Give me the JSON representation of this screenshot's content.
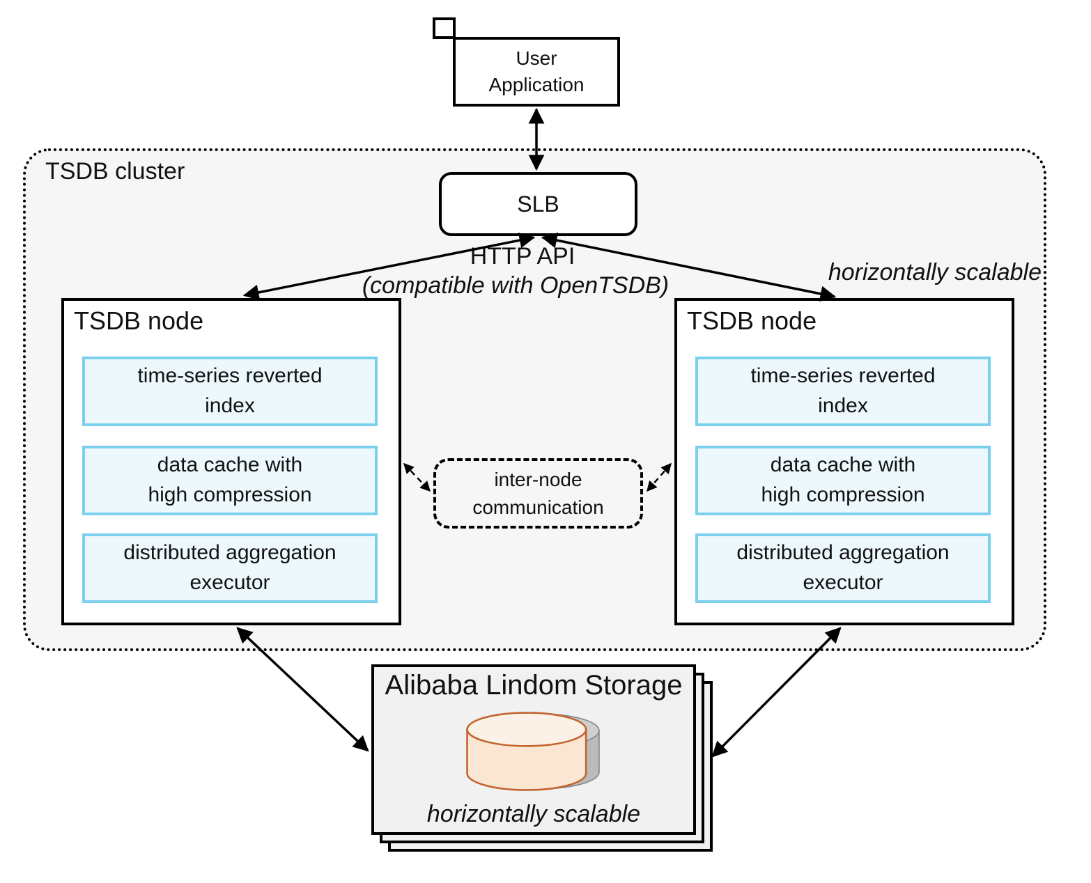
{
  "colors": {
    "cluster_bg": "#f6f6f6",
    "node_bg": "#ffffff",
    "component_border": "#7bd0ee",
    "component_bg": "#ecf8fc",
    "storage_bg": "#f1f1f1",
    "cylinder_fill": "#fae6d3",
    "cylinder_top_fill": "#fcf1e6",
    "cylinder_stroke": "#c2632d",
    "cylinder_shadow_fill": "#bbbbbb",
    "line_color": "#000000"
  },
  "user_application": {
    "line1": "User",
    "line2": "Application"
  },
  "cluster": {
    "label": "TSDB cluster"
  },
  "slb": {
    "label": "SLB"
  },
  "http_api": {
    "label": "HTTP API",
    "note": "(compatible with OpenTSDB)"
  },
  "scalable_note_top": "horizontally scalable",
  "inter_node": {
    "line1": "inter-node",
    "line2": "communication"
  },
  "tsdb_nodes": [
    {
      "label": "TSDB node",
      "components": [
        {
          "line1": "time-series reverted",
          "line2": "index"
        },
        {
          "line1": "data cache with",
          "line2": "high compression"
        },
        {
          "line1": "distributed aggregation",
          "line2": "executor"
        }
      ]
    },
    {
      "label": "TSDB node",
      "components": [
        {
          "line1": "time-series reverted",
          "line2": "index"
        },
        {
          "line1": "data cache with",
          "line2": "high compression"
        },
        {
          "line1": "distributed aggregation",
          "line2": "executor"
        }
      ]
    }
  ],
  "storage": {
    "title": "Alibaba Lindom Storage",
    "note": "horizontally scalable",
    "icon": "database-cylinder-icon"
  }
}
